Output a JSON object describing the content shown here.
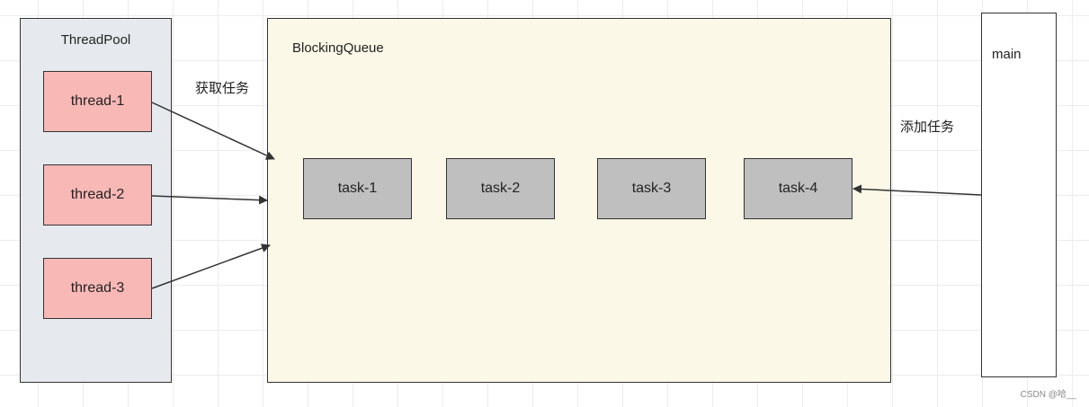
{
  "colors": {
    "pool_bg": "#e6eaee",
    "queue_bg": "#fcf8e8",
    "main_bg": "#ffffff",
    "thread_bg": "#f8b8b6",
    "task_bg": "#bfbfbf",
    "arrow": "#333333"
  },
  "thread_pool": {
    "title": "ThreadPool",
    "threads": [
      "thread-1",
      "thread-2",
      "thread-3"
    ]
  },
  "blocking_queue": {
    "title": "BlockingQueue",
    "tasks": [
      "task-1",
      "task-2",
      "task-3",
      "task-4"
    ]
  },
  "main": {
    "title": "main"
  },
  "labels": {
    "fetch": "获取任务",
    "add": "添加任务"
  },
  "watermark": "CSDN @哈__"
}
